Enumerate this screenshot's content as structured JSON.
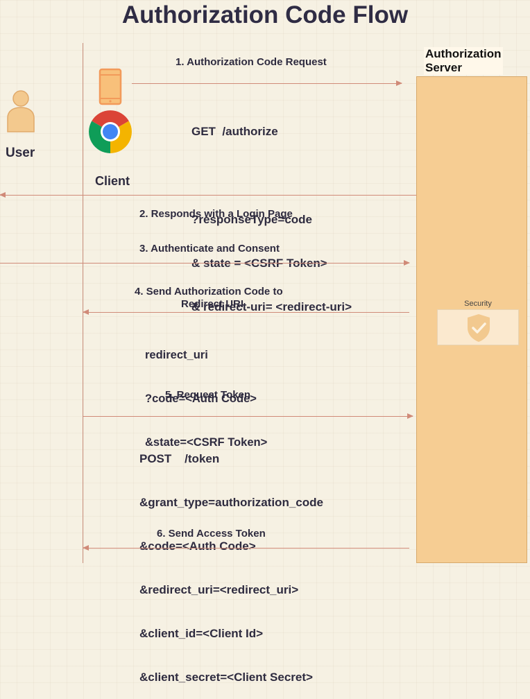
{
  "title": "Authorization Code Flow",
  "actors": {
    "user": "User",
    "client": "Client",
    "server_line1": "Authorization",
    "server_line2": "Server",
    "security": "Security"
  },
  "steps": [
    {
      "label": "1. Authorization Code Request"
    },
    {
      "label": "2. Responds with a Login Page"
    },
    {
      "label": "3. Authenticate and Consent"
    },
    {
      "label_line1": "4. Send Authorization Code to",
      "label_line2": "Redirect URI"
    },
    {
      "label": "5. Request Token"
    },
    {
      "label": "6. Send Access Token"
    }
  ],
  "request1": {
    "line1": "GET  /authorize",
    "line2": "?responseType=code",
    "line3": "& state = <CSRF Token>",
    "line4": "& redirect-uri= <redirect-uri>"
  },
  "redirect": {
    "line1": "redirect_uri",
    "line2": "?code=<Auth Code>",
    "line3": "&state=<CSRF Token>"
  },
  "token_request": {
    "line1": "POST    /token",
    "line2": "&grant_type=authorization_code",
    "line3": "&code=<Auth Code>",
    "line4": "&redirect_uri=<redirect_uri>",
    "line5": "&client_id=<Client Id>",
    "line6": "&client_secret=<Client Secret>"
  },
  "icons": {
    "user": "person-icon",
    "phone": "phone-icon",
    "browser": "chrome-icon",
    "security": "shield-check-icon"
  },
  "colors": {
    "server_fill": "#f6cd93",
    "arrow": "#d08a78",
    "lifeline": "#c98f7d",
    "text": "#2e2b3f"
  }
}
